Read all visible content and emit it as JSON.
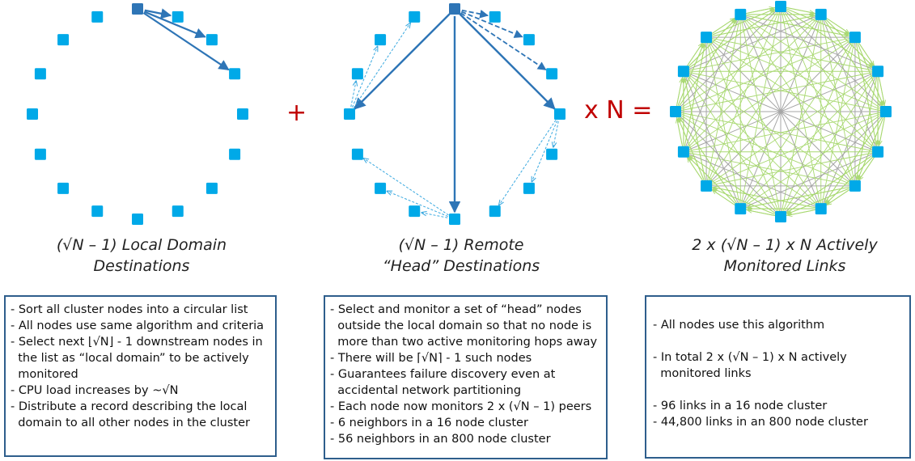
{
  "captions": {
    "left": [
      "(√N – 1) Local Domain",
      "Destinations"
    ],
    "middle": [
      "(√N – 1) Remote",
      "“Head” Destinations"
    ],
    "right": [
      "2 x (√N – 1) x N Actively",
      "Monitored Links"
    ]
  },
  "operators": {
    "plus": "+",
    "times": "x N ="
  },
  "boxes": {
    "left": [
      "- Sort all cluster nodes into a circular list",
      "- All nodes use same algorithm and criteria",
      "- Select next ⌊√N⌋ - 1 downstream nodes in",
      "  the list as “local domain” to be actively",
      "  monitored",
      "- CPU load increases by ~√N",
      "- Distribute a record describing the local",
      "  domain to all other nodes in the cluster"
    ],
    "middle": [
      "- Select and monitor a set of “head” nodes",
      "  outside the local domain so that no node is",
      "  more than two active monitoring hops away",
      "- There will be ⌈√N⌉ - 1 such nodes",
      "- Guarantees failure discovery even at",
      "  accidental network partitioning",
      "- Each node now monitors 2 x (√N – 1) peers",
      "- 6 neighbors in a 16 node cluster",
      "- 56 neighbors in an 800 node cluster"
    ],
    "right": [
      "- All nodes use this algorithm",
      "",
      "- In total 2 x (√N – 1) x N actively",
      "  monitored links",
      "",
      "- 96 links in a 16 node cluster",
      "- 44,800 links in an 800 node cluster"
    ]
  },
  "colors": {
    "node": "#00a9e8",
    "node_head": "#2e75b6",
    "arrow": "#2e75b6",
    "arrow_light": "#3aa9e0",
    "mesh": "#a8d870",
    "mesh_gray": "#a6a6a6",
    "operator": "#c00000",
    "box_border": "#2e5e8c"
  }
}
